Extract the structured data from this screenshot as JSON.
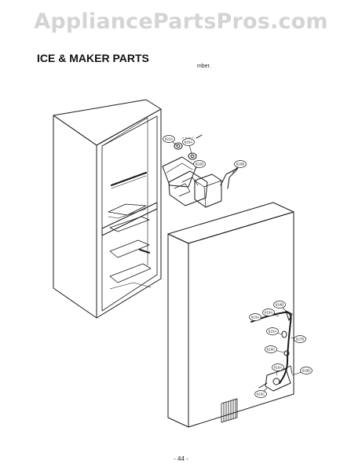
{
  "watermark": "AppliancePartsPros.com",
  "section_title": "ICE & MAKER PARTS",
  "note": "mber.",
  "page_number": "- 44 -",
  "callouts": [
    "622A",
    "620A",
    "622B",
    "620B",
    "619B",
    "619A",
    "623A",
    "615A",
    "627B",
    "619C",
    "619D",
    "616A",
    "616C"
  ],
  "colors": {
    "line": "#1a1a1a",
    "watermark": "#d4d4d4"
  }
}
